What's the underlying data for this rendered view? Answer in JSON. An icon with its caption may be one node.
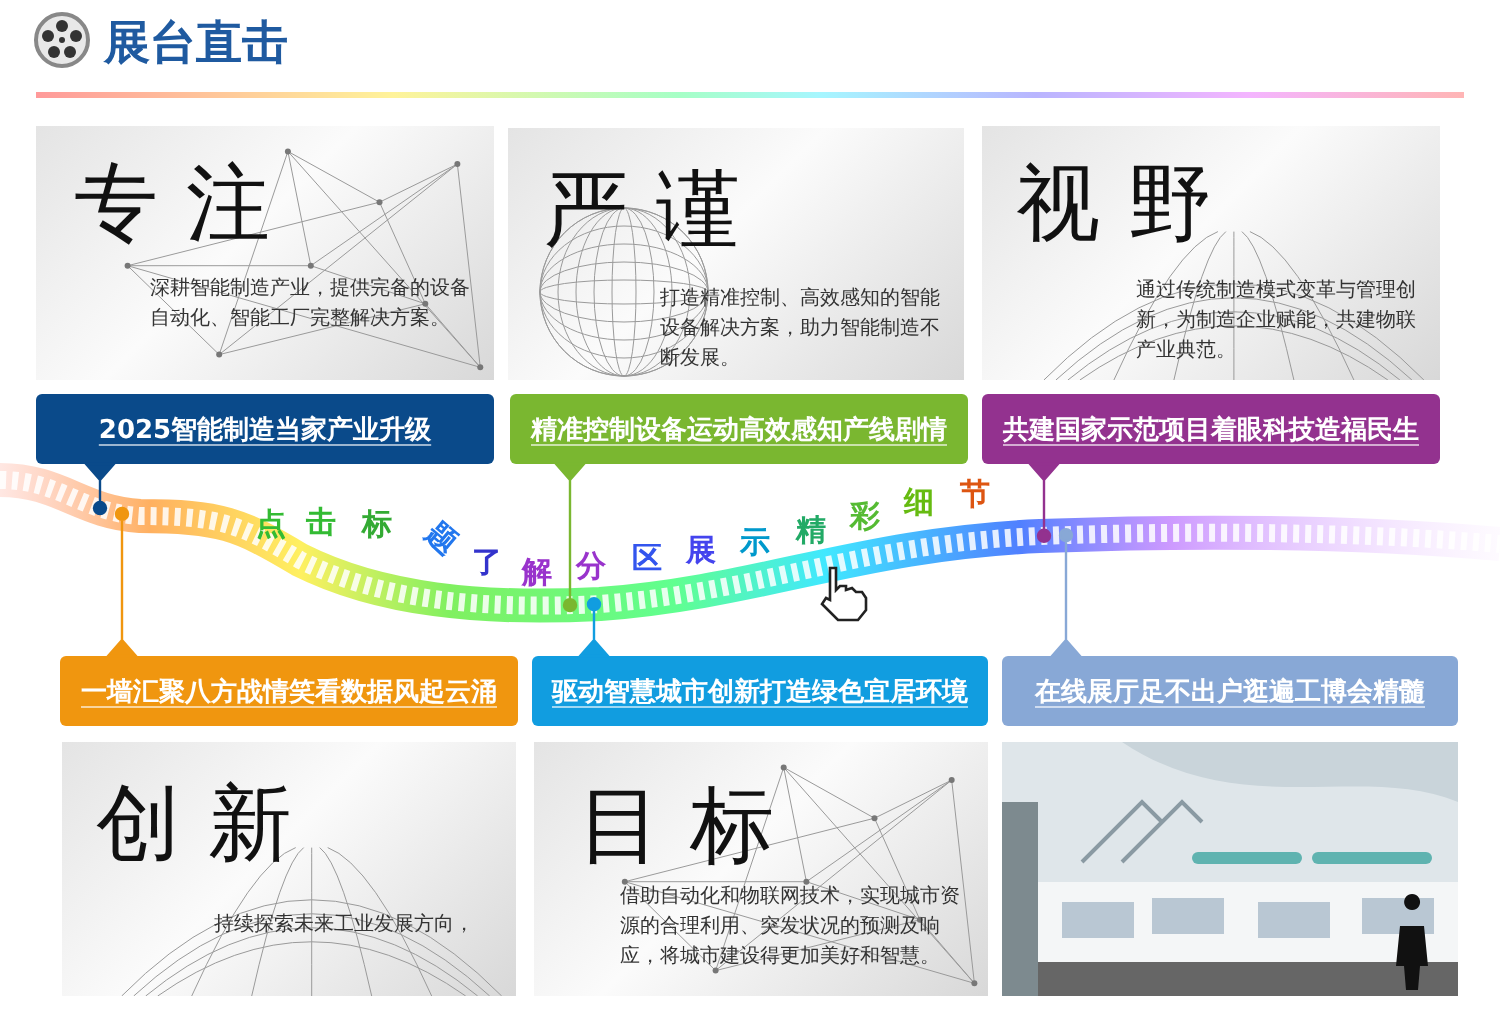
{
  "diagram": {
    "title": "展台直击",
    "nodes": [
      {
        "text": [
          "专注",
          "深耕智能制造产业，提供完备的设备自动化、智能工厂完整解决方案。"
        ]
      },
      {
        "text": [
          "严谨",
          "打造精准控制、高效感知的智能设备解决方案，助力智能制造不断发展。"
        ]
      },
      {
        "text": [
          "视野",
          "通过传统制造模式变革与管理创新，为制造企业赋能，共建物联产业典范。"
        ]
      },
      {
        "text": [
          "2025智能制造当家产业升级"
        ]
      },
      {
        "text": [
          "精准控制设备运动高效感知产线剧情"
        ]
      },
      {
        "text": [
          "共建国家示范项目着眼科技造福民生"
        ]
      },
      {
        "text": [],
        "shape": "picture"
      },
      {
        "text": [
          "一墙汇聚八方战情笑看数据风起云涌"
        ]
      },
      {
        "text": [
          "驱动智慧城市创新打造绿色宜居环境"
        ]
      },
      {
        "text": [
          "在线展厅足不出户逛遍工博会精髓"
        ]
      },
      {
        "text": [
          "创新",
          "持续探索未来工业发展方向，"
        ]
      },
      {
        "text": [
          "目标",
          "借助自动化和物联网技术，实现城市资源的合理利用、突发状况的预测及响应，将城市建设得更加美好和智慧。"
        ]
      },
      {
        "text": [],
        "shape": "picture"
      }
    ],
    "edges": [
      {
        "from": 3,
        "to": 6,
        "arrow": "none",
        "color": "#0a4a8a"
      },
      {
        "from": 4,
        "to": 6,
        "arrow": "none",
        "color": "#7ab730"
      },
      {
        "from": 5,
        "to": 6,
        "arrow": "none",
        "color": "#93328f"
      },
      {
        "from": 7,
        "to": 6,
        "arrow": "none",
        "color": "#f0960f"
      },
      {
        "from": 8,
        "to": 6,
        "arrow": "none",
        "color": "#119de0"
      },
      {
        "from": 9,
        "to": 6,
        "arrow": "none",
        "color": "#88a8d6"
      }
    ],
    "labels": [
      "点击标题了解分区展示精彩细节"
    ]
  }
}
